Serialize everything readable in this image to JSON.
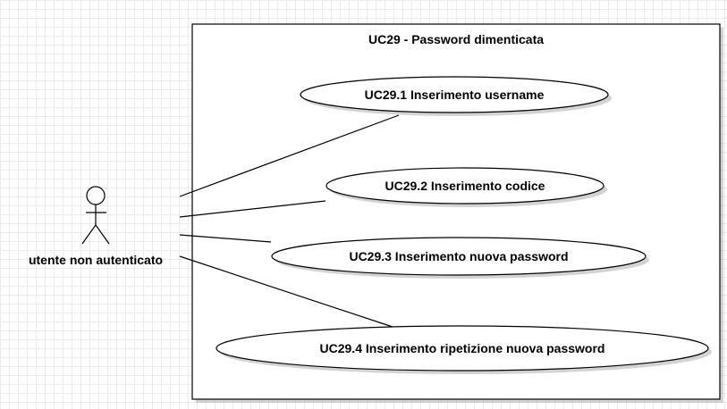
{
  "diagram": {
    "system_boundary": {
      "title": "UC29 - Password dimenticata"
    },
    "actor": {
      "name": "utente non autenticato"
    },
    "use_cases": [
      {
        "label": "UC29.1 Inserimento username"
      },
      {
        "label": "UC29.2 Inserimento codice"
      },
      {
        "label": "UC29.3 Inserimento nuova password"
      },
      {
        "label": "UC29.4 Inserimento ripetizione nuova password"
      }
    ]
  }
}
